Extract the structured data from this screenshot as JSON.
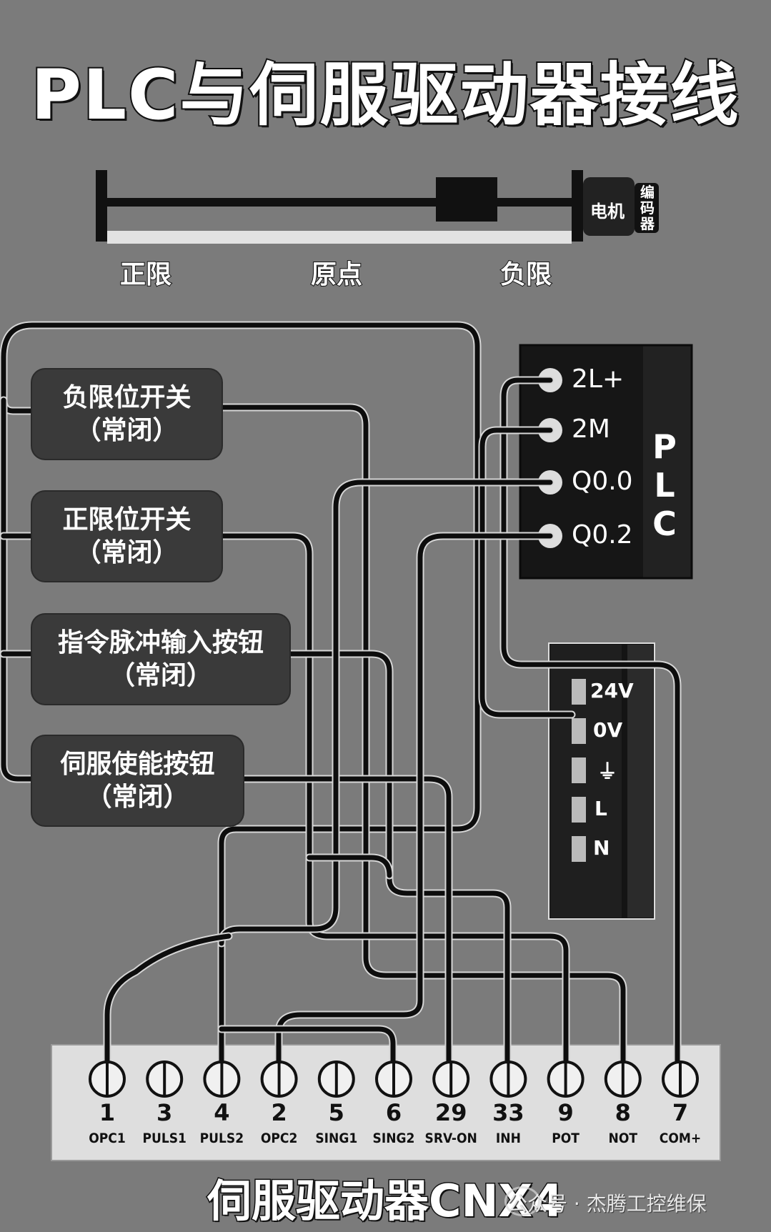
{
  "title": "PLC与伺服驱动器接线",
  "rail": {
    "labels": [
      "正限",
      "原点",
      "负限"
    ],
    "motor": "电机",
    "encoder": "编码器"
  },
  "switches": [
    {
      "line1": "负限位开关",
      "line2": "（常闭）"
    },
    {
      "line1": "正限位开关",
      "line2": "（常闭）"
    },
    {
      "line1": "指令脉冲输入按钮",
      "line2": "（常闭）"
    },
    {
      "line1": "伺服使能按钮",
      "line2": "（常闭）"
    }
  ],
  "plc": {
    "terminals": [
      "2L+",
      "2M",
      "Q0.0",
      "Q0.2"
    ],
    "side_label": [
      "P",
      "L",
      "C"
    ]
  },
  "psu": {
    "terminals": [
      "24V",
      "0V",
      "⏚",
      "L",
      "N"
    ]
  },
  "cnx4": {
    "title": "伺服驱动器CNX4",
    "pins": [
      {
        "num": "1",
        "name": "OPC1"
      },
      {
        "num": "3",
        "name": "PULS1"
      },
      {
        "num": "4",
        "name": "PULS2"
      },
      {
        "num": "2",
        "name": "OPC2"
      },
      {
        "num": "5",
        "name": "SING1"
      },
      {
        "num": "6",
        "name": "SING2"
      },
      {
        "num": "29",
        "name": "SRV-ON"
      },
      {
        "num": "33",
        "name": "INH"
      },
      {
        "num": "9",
        "name": "POT"
      },
      {
        "num": "8",
        "name": "NOT"
      },
      {
        "num": "7",
        "name": "COM+"
      }
    ]
  },
  "watermark": "公众号 · 杰腾工控维保"
}
